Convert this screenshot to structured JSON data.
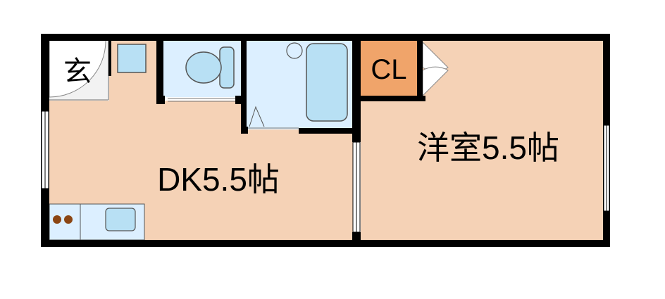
{
  "rooms": {
    "entrance": {
      "label": "玄"
    },
    "closet": {
      "label": "CL"
    },
    "dining_kitchen": {
      "label": "DK5.5帖"
    },
    "western_room": {
      "label": "洋室5.5帖"
    }
  },
  "colors": {
    "floor": "#f5d2b6",
    "wet_area": "#dcefff",
    "fixture": "#b8e0f4",
    "closet": "#f0a46a",
    "entrance": "#f2f2f2",
    "wall": "#000000",
    "stove_burner": "#8b4513"
  }
}
